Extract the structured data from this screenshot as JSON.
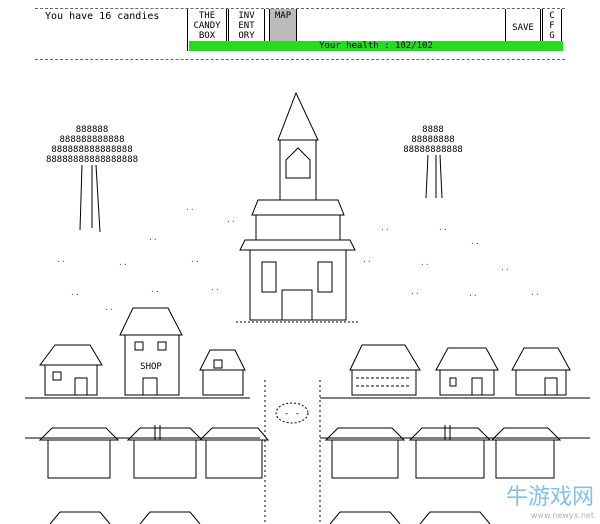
{
  "status": {
    "candies": "You have 16 candies"
  },
  "tabs": {
    "candy_box": [
      "THE",
      "CANDY",
      "BOX"
    ],
    "inventory": [
      "INV",
      "ENT",
      "ORY"
    ],
    "map": "MAP",
    "save": "SAVE",
    "cfg": [
      "C",
      "F",
      "G"
    ]
  },
  "health": {
    "label": "Your health : 102/102",
    "current": 102,
    "max": 102,
    "color": "#22dd22"
  },
  "map": {
    "shop_label": "SHOP",
    "tree_left": [
      "888888",
      "888888888888",
      "888888888888888",
      "88888888888888888"
    ],
    "tree_right": [
      "8888",
      "88888888",
      "88888888888"
    ],
    "fountain": "- -"
  },
  "watermark": {
    "text": "牛游戏网",
    "sub": "www.newyx.net"
  }
}
